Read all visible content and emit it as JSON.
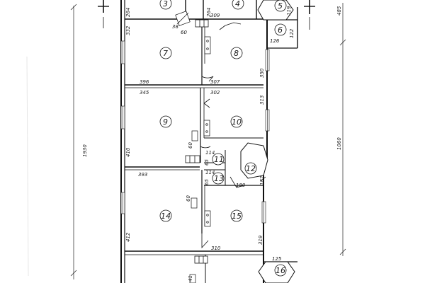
{
  "plan": {
    "rooms": [
      "3",
      "4",
      "5",
      "6",
      "7",
      "8",
      "9",
      "10",
      "11",
      "12",
      "13",
      "14",
      "15",
      "16"
    ],
    "dimensions": {
      "d264a": "264",
      "d264b": "264",
      "d309": "309",
      "d119": "119",
      "d38": "38",
      "d60a": "60",
      "d122": "122",
      "d126": "126",
      "d332": "332",
      "d396": "396",
      "d307": "307",
      "d350": "350",
      "d345": "345",
      "d302": "302",
      "d313": "313",
      "d60b": "60",
      "d410": "410",
      "d114a": "114",
      "d65a": "65",
      "d114b": "114",
      "d65b": "65",
      "d182": "182",
      "d180": "180",
      "d393": "393",
      "d60c": "60",
      "d412": "412",
      "d310": "310",
      "d319": "319",
      "d125": "125",
      "d41": "41",
      "total_height": "1930",
      "section_height": "1060",
      "d485": "485"
    }
  }
}
